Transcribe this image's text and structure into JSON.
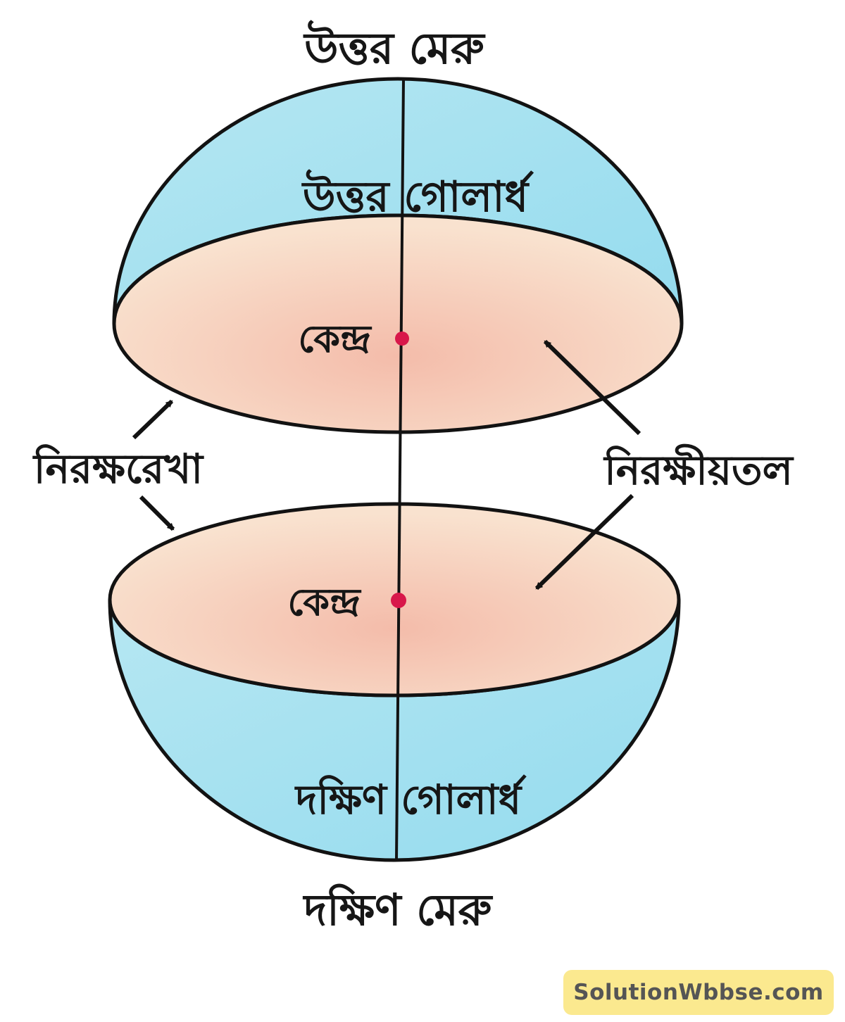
{
  "labels": {
    "north_pole": "উত্তর মেরু",
    "north_hemisphere": "উত্তর গোলার্ধ",
    "center_top": "কেন্দ্র",
    "center_bottom": "কেন্দ্র",
    "equator_line": "নিরক্ষরেখা",
    "equatorial_plane": "নিরক্ষীয়তল",
    "south_hemisphere": "দক্ষিণ গোলার্ধ",
    "south_pole": "দক্ষিণ মেরু"
  },
  "watermark": "SolutionWbbse.com",
  "colors": {
    "hemisphere_fill": "#a3e1ef",
    "plane_fill": "#f9ddc7",
    "plane_fill_inner": "#f4bcaa",
    "outline": "#121212",
    "center_dot": "#d8174a"
  }
}
